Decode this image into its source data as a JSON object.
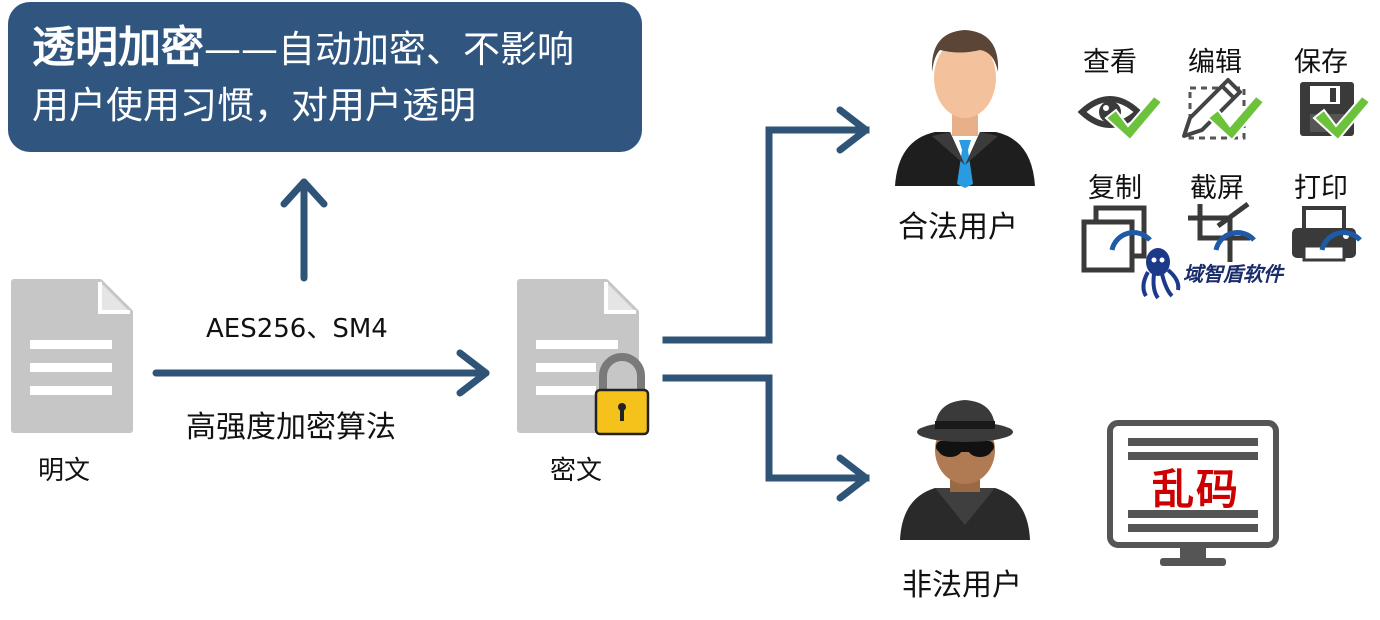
{
  "banner": {
    "title": "透明加密",
    "subtitle": "——自动加密、不影响",
    "line2": "用户使用习惯，对用户透明"
  },
  "labels": {
    "plaintext": "明文",
    "ciphertext": "密文",
    "algorithm_name": "AES256、SM4",
    "algorithm_desc": "高强度加密算法",
    "legal_user": "合法用户",
    "illegal_user": "非法用户",
    "garbled": "乱码",
    "brand": "域智盾软件"
  },
  "permissions": {
    "allowed": [
      "查看",
      "编辑",
      "保存"
    ],
    "blocked": [
      "复制",
      "截屏",
      "打印"
    ]
  },
  "colors": {
    "accent": "#305680",
    "arrow": "#2f5478",
    "check": "#6cc23a",
    "lock": "#f5c21b",
    "garble": "#cc0000"
  },
  "icons": [
    "document-icon",
    "lock-icon",
    "businessman-icon",
    "spy-icon",
    "eye-icon",
    "pencil-icon",
    "floppy-icon",
    "copy-icon",
    "screenshot-icon",
    "printer-icon",
    "monitor-icon",
    "checkmark-icon",
    "octopus-logo-icon"
  ]
}
